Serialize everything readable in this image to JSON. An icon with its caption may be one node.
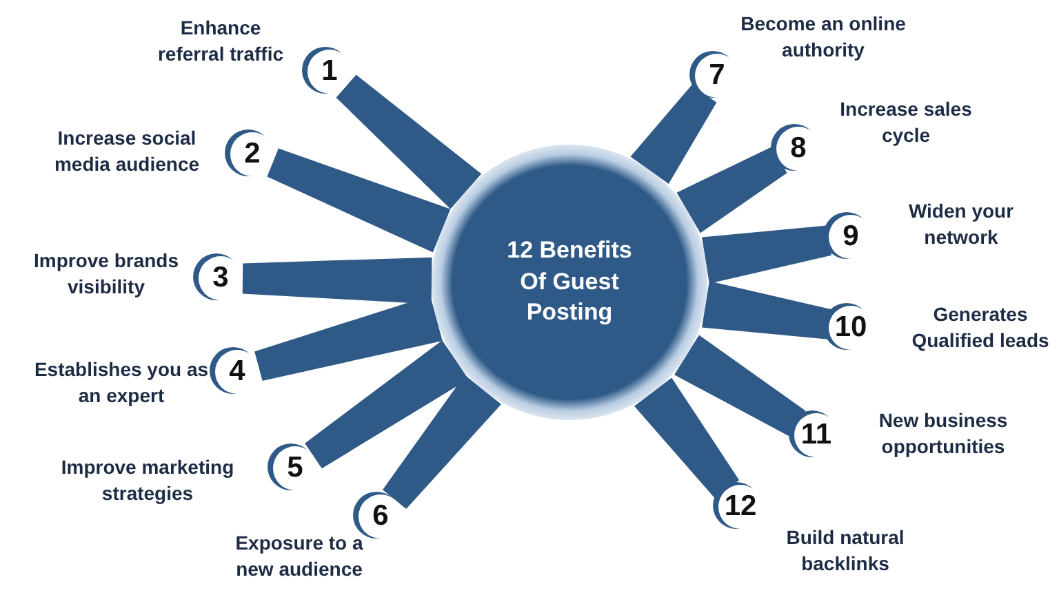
{
  "diagram": {
    "nodes": [
      {
        "text": [
          "12 Benefits Of Guest Posting"
        ]
      },
      {
        "text": [
          "1"
        ],
        "beside": [
          "Enhance referral traffic"
        ]
      },
      {
        "text": [
          "2"
        ],
        "beside": [
          "Increase social media audience"
        ]
      },
      {
        "text": [
          "3"
        ],
        "beside": [
          "Improve brands visibility"
        ]
      },
      {
        "text": [
          "4"
        ],
        "beside": [
          "Establishes you as an expert"
        ]
      },
      {
        "text": [
          "5"
        ],
        "beside": [
          "Improve marketing strategies"
        ]
      },
      {
        "text": [
          "6"
        ],
        "beside": [
          "Exposure to a new audience"
        ]
      },
      {
        "text": [
          "7"
        ],
        "beside": [
          "Become an online authority"
        ]
      },
      {
        "text": [
          "8"
        ],
        "beside": [
          "Increase sales cycle"
        ]
      },
      {
        "text": [
          "9"
        ],
        "beside": [
          "Widen your network"
        ]
      },
      {
        "text": [
          "10"
        ],
        "beside": [
          "Generates Qualified leads"
        ]
      },
      {
        "text": [
          "11"
        ],
        "beside": [
          "New business opportunities"
        ]
      },
      {
        "text": [
          "12"
        ],
        "beside": [
          "Build natural backlinks"
        ]
      }
    ],
    "edges": [
      {
        "from": 0,
        "to": 1,
        "arrow": "none",
        "style": "thick"
      },
      {
        "from": 0,
        "to": 2,
        "arrow": "none",
        "style": "thick"
      },
      {
        "from": 0,
        "to": 3,
        "arrow": "none",
        "style": "thick"
      },
      {
        "from": 0,
        "to": 4,
        "arrow": "none",
        "style": "thick"
      },
      {
        "from": 0,
        "to": 5,
        "arrow": "none",
        "style": "thick"
      },
      {
        "from": 0,
        "to": 6,
        "arrow": "none",
        "style": "thick"
      },
      {
        "from": 0,
        "to": 7,
        "arrow": "none",
        "style": "thick"
      },
      {
        "from": 0,
        "to": 8,
        "arrow": "none",
        "style": "thick"
      },
      {
        "from": 0,
        "to": 9,
        "arrow": "none",
        "style": "thick"
      },
      {
        "from": 0,
        "to": 10,
        "arrow": "none",
        "style": "thick"
      },
      {
        "from": 0,
        "to": 11,
        "arrow": "none",
        "style": "thick"
      },
      {
        "from": 0,
        "to": 12,
        "arrow": "none",
        "style": "thick"
      }
    ]
  }
}
